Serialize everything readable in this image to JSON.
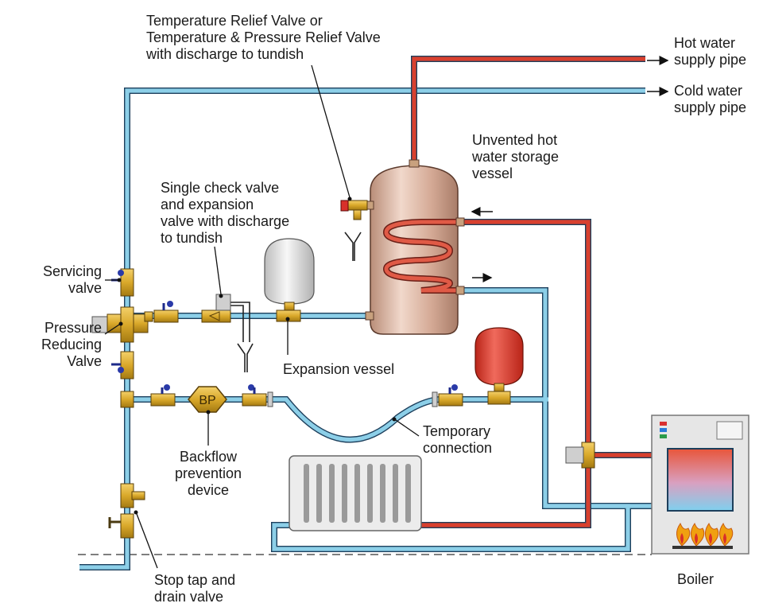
{
  "labels": {
    "trv": [
      "Temperature Relief  Valve or",
      "Temperature & Pressure Relief  Valve",
      "with discharge to tundish"
    ],
    "hot_supply": [
      "Hot water",
      "supply pipe"
    ],
    "cold_supply": [
      "Cold water",
      "supply pipe"
    ],
    "vessel": [
      "Unvented hot",
      "water storage",
      "vessel"
    ],
    "check_valve": [
      "Single check valve",
      "and expansion",
      "valve with discharge",
      "to tundish"
    ],
    "servicing_valve": [
      "Servicing",
      "valve"
    ],
    "prv": [
      "Pressure",
      "Reducing",
      "Valve"
    ],
    "expansion_vessel": [
      "Expansion vessel"
    ],
    "temp_connection": [
      "Temporary",
      "connection"
    ],
    "backflow": [
      "Backflow",
      "prevention",
      "device"
    ],
    "stop_tap": [
      "Stop tap and",
      "drain valve"
    ],
    "boiler": [
      "Boiler"
    ]
  },
  "bp_badge": "BP",
  "colors": {
    "cold_pipe": "#8ccfe8",
    "hot_pipe": "#d8402f",
    "pipe_outline": "#1d3f5c",
    "brass": "#d9a82a",
    "cylinder": "#d9b3a0",
    "exp_vessel_red": "#d83a2e",
    "exp_vessel_grey": "#e2e2e2",
    "boiler_body": "#e6e6e6"
  }
}
